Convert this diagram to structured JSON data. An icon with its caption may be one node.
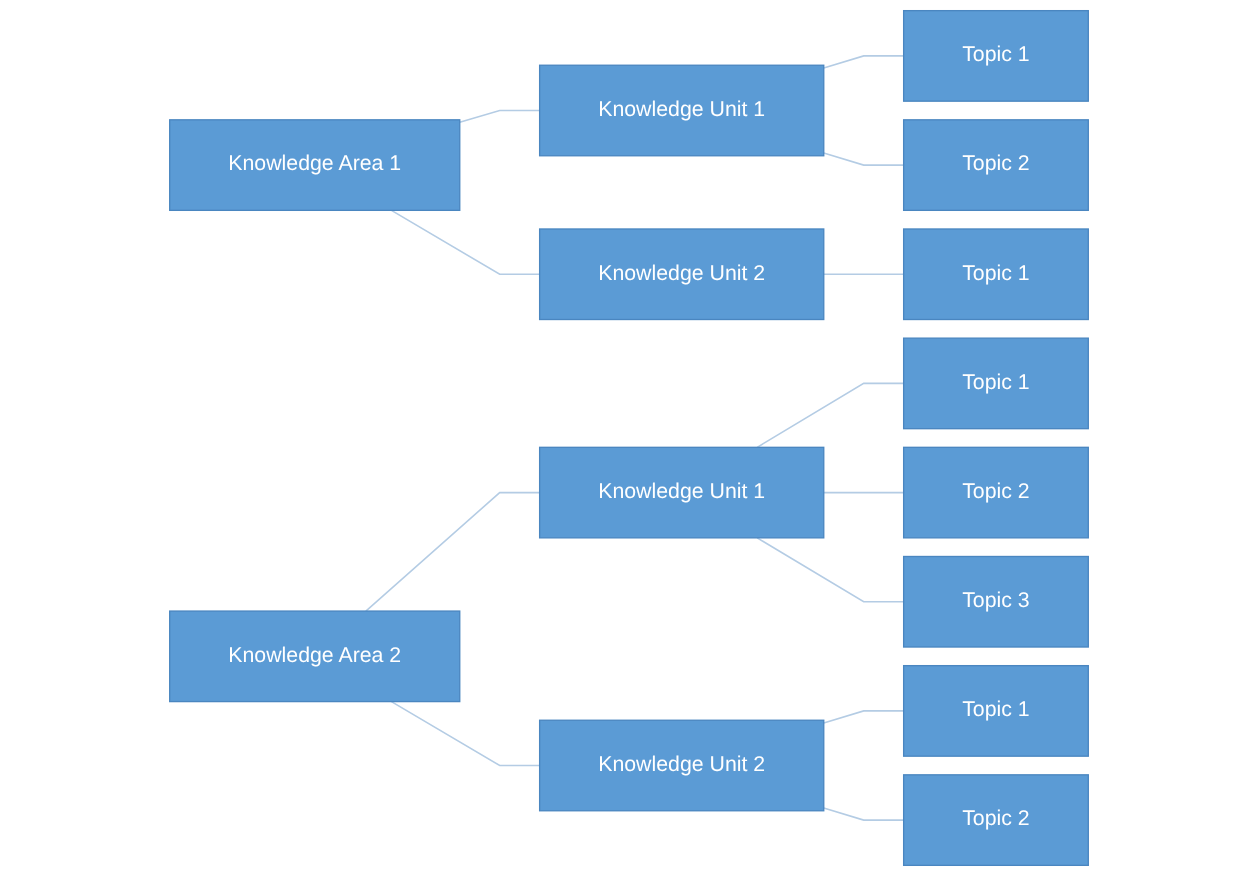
{
  "diagram": {
    "nodes": [
      {
        "text": [
          "Knowledge Area 1"
        ]
      },
      {
        "text": [
          "Knowledge Unit 1"
        ]
      },
      {
        "text": [
          "Topic 1"
        ]
      },
      {
        "text": [
          "Topic 2"
        ]
      },
      {
        "text": [
          "Knowledge Unit 2"
        ]
      },
      {
        "text": [
          "Topic 1"
        ]
      },
      {
        "text": [
          "Knowledge Area 2"
        ]
      },
      {
        "text": [
          "Knowledge Unit 1"
        ]
      },
      {
        "text": [
          "Topic 1"
        ]
      },
      {
        "text": [
          "Topic 2"
        ]
      },
      {
        "text": [
          "Topic 3"
        ]
      },
      {
        "text": [
          "Knowledge Unit 2"
        ]
      },
      {
        "text": [
          "Topic 1"
        ]
      },
      {
        "text": [
          "Topic 2"
        ]
      }
    ],
    "edges": [
      {
        "from": 0,
        "to": 1,
        "arrow": "none"
      },
      {
        "from": 0,
        "to": 4,
        "arrow": "none"
      },
      {
        "from": 1,
        "to": 2,
        "arrow": "none"
      },
      {
        "from": 1,
        "to": 3,
        "arrow": "none"
      },
      {
        "from": 4,
        "to": 5,
        "arrow": "none"
      },
      {
        "from": 6,
        "to": 7,
        "arrow": "none"
      },
      {
        "from": 6,
        "to": 11,
        "arrow": "none"
      },
      {
        "from": 7,
        "to": 8,
        "arrow": "none"
      },
      {
        "from": 7,
        "to": 9,
        "arrow": "none"
      },
      {
        "from": 7,
        "to": 10,
        "arrow": "none"
      },
      {
        "from": 11,
        "to": 12,
        "arrow": "none"
      },
      {
        "from": 11,
        "to": 13,
        "arrow": "none"
      }
    ]
  }
}
